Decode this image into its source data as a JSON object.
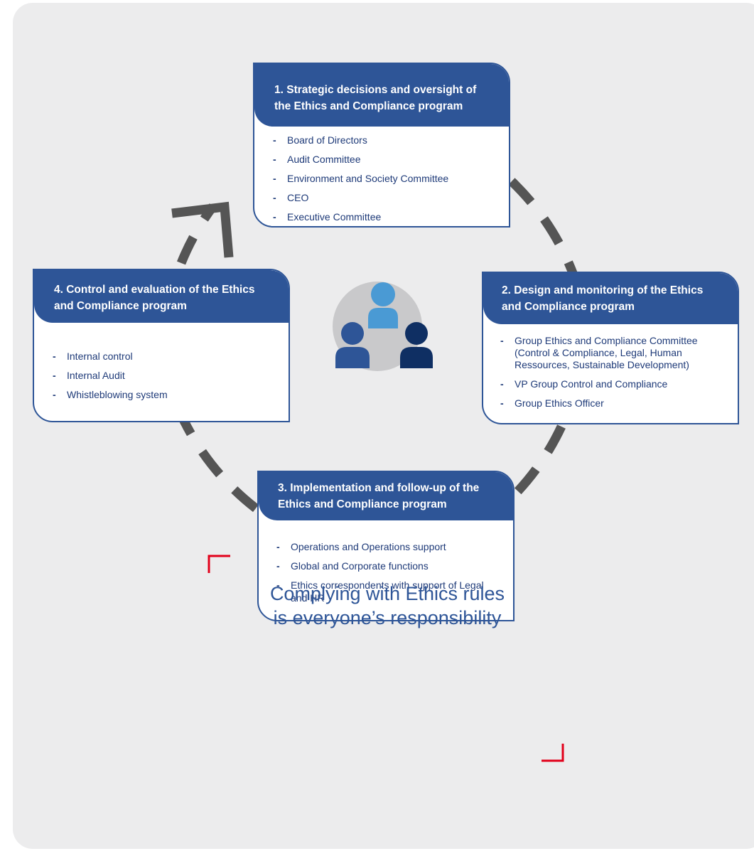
{
  "boxes": [
    {
      "header": [
        "1. Strategic decisions and oversight of",
        "the Ethics and Compliance program"
      ],
      "items": [
        "Board of Directors",
        "Audit Committee",
        "Environment and Society Committee",
        "CEO",
        "Executive Committee"
      ]
    },
    {
      "header": [
        "2. Design and monitoring of the Ethics",
        "and Compliance program"
      ],
      "items": [
        "Group Ethics and Compliance Committee (Control & Compliance, Legal, Human Ressources, Sustainable Development)",
        "VP Group Control and Compliance",
        "Group Ethics Officer"
      ]
    },
    {
      "header": [
        "3. Implementation and follow-up of the",
        "Ethics and Compliance program"
      ],
      "items": [
        "Operations and Operations support",
        "Global and Corporate functions",
        "Ethics correspondents with support of Legal and HR"
      ]
    },
    {
      "header": [
        "4. Control and evaluation of the Ethics",
        "and Compliance program"
      ],
      "items": [
        "Internal control",
        "Internal Audit",
        "Whistleblowing system"
      ]
    }
  ],
  "tagline": {
    "line1": "Complying with Ethics rules",
    "line2": "is everyone’s responsibility"
  },
  "icons": {
    "center": "people-group-icon",
    "arrow": "arrow-head-icon"
  },
  "colors": {
    "primary": "#2e5597",
    "person_light": "#4a9ad4",
    "person_mid": "#2e5597",
    "person_dark": "#0f2f63",
    "circle": "#c9c9cb",
    "dash": "#555555",
    "accent_red": "#e2001a",
    "background": "#ececed"
  }
}
